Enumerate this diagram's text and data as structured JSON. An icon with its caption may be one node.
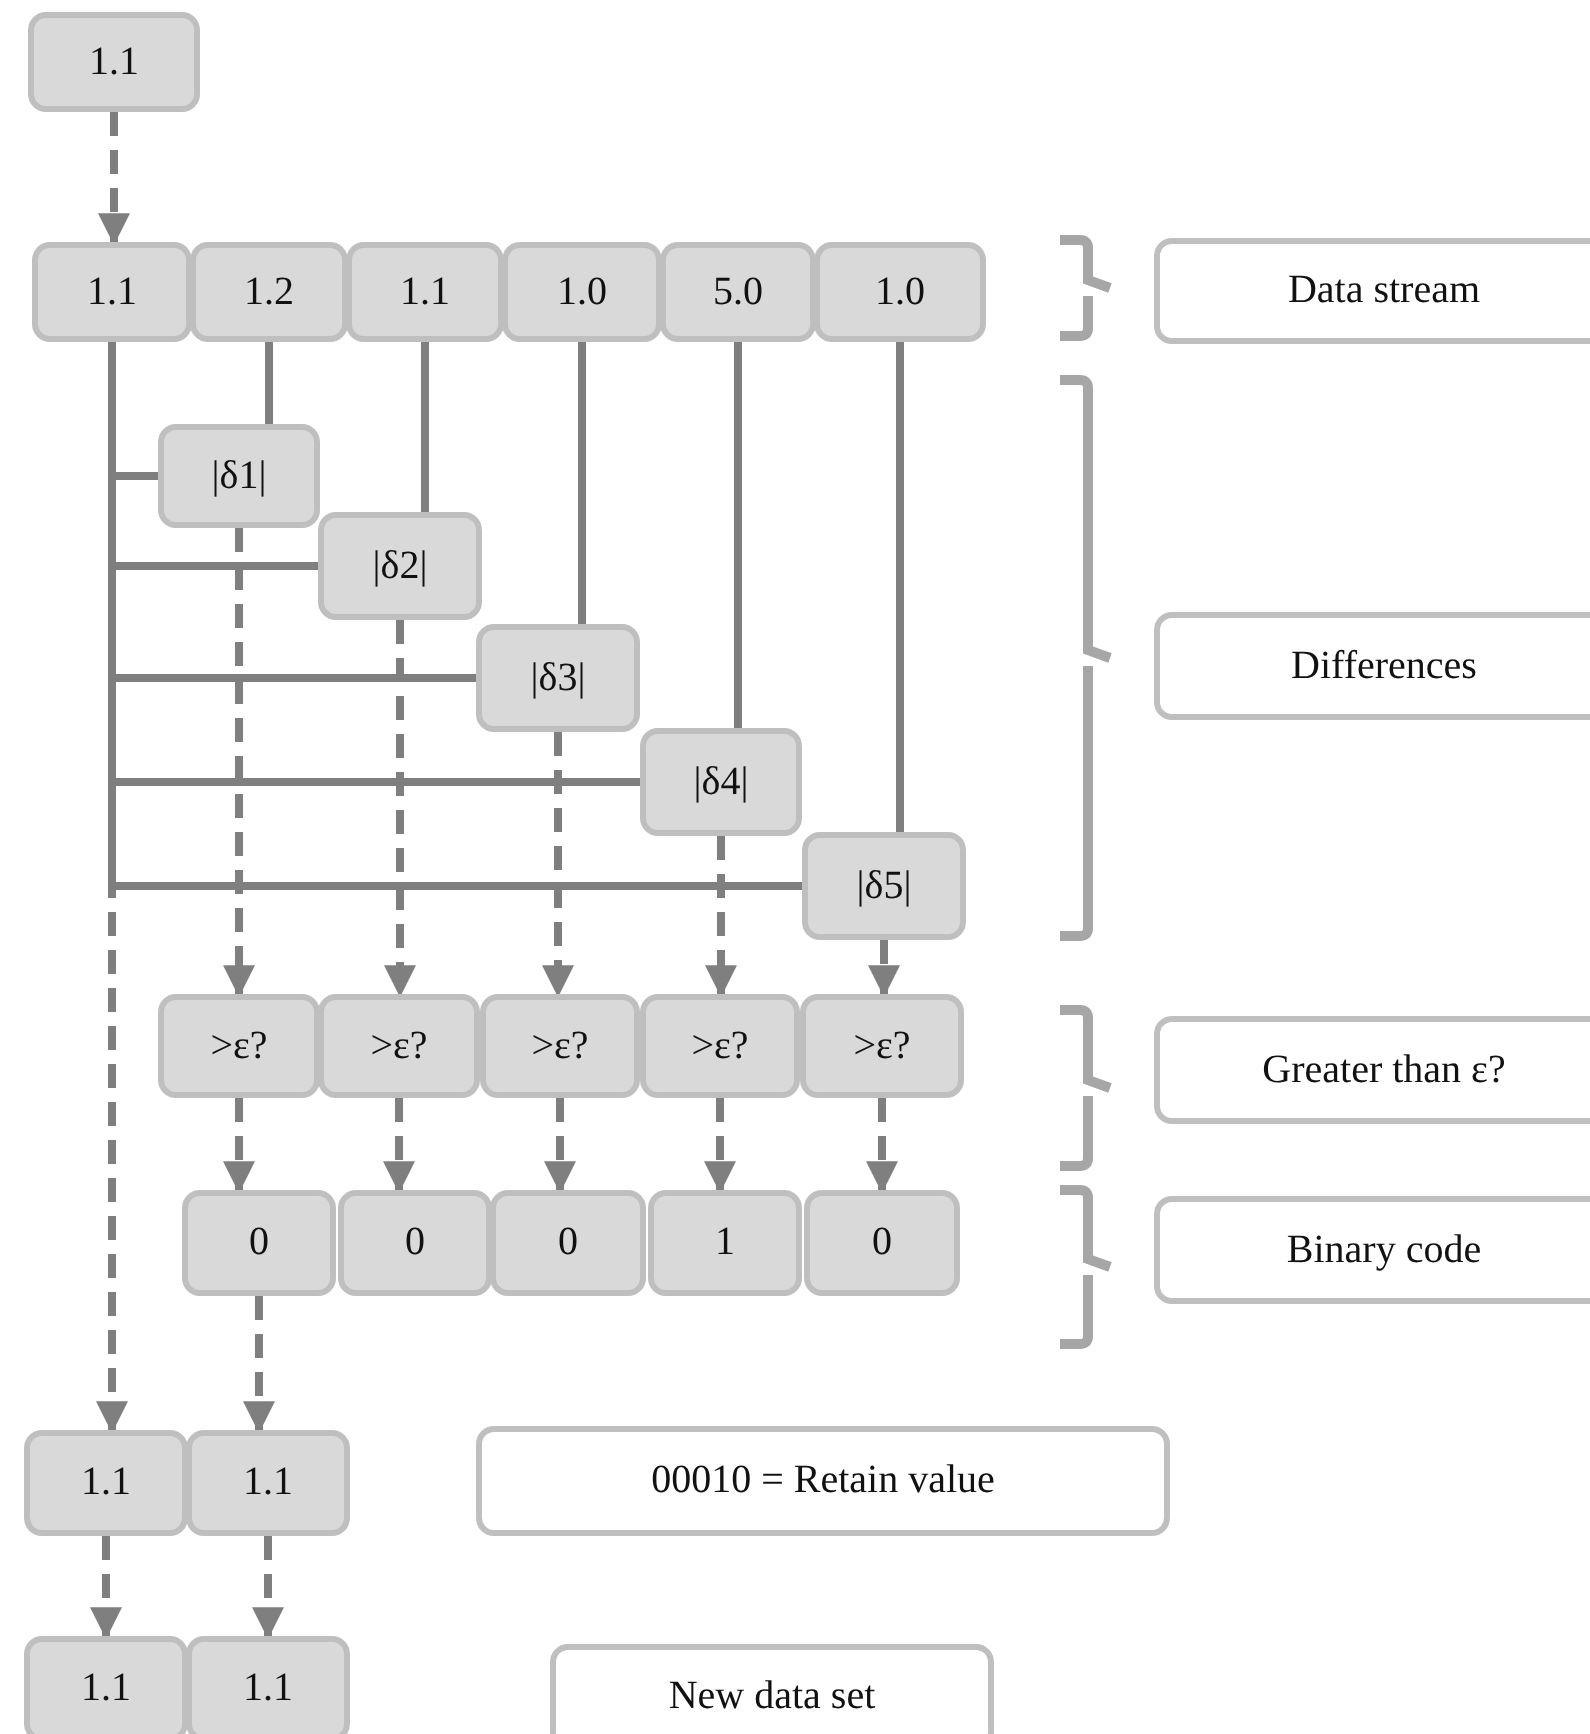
{
  "diagram": {
    "nodes": [
      {
        "text": [
          "1.1"
        ]
      },
      {
        "text": [
          "1.1"
        ]
      },
      {
        "text": [
          "1.2"
        ]
      },
      {
        "text": [
          "1.1"
        ]
      },
      {
        "text": [
          "1.0"
        ]
      },
      {
        "text": [
          "5.0"
        ]
      },
      {
        "text": [
          "1.0"
        ]
      },
      {
        "text": [
          "Data stream"
        ]
      },
      {
        "text": [
          "|δ1|"
        ]
      },
      {
        "text": [
          "|δ2|"
        ]
      },
      {
        "text": [
          "|δ3|"
        ]
      },
      {
        "text": [
          "|δ4|"
        ]
      },
      {
        "text": [
          "|δ5|"
        ]
      },
      {
        "text": [
          "Differences"
        ]
      },
      {
        "text": [
          ">ε?"
        ]
      },
      {
        "text": [
          ">ε?"
        ]
      },
      {
        "text": [
          ">ε?"
        ]
      },
      {
        "text": [
          ">ε?"
        ]
      },
      {
        "text": [
          ">ε?"
        ]
      },
      {
        "text": [
          "Greater than ε?"
        ]
      },
      {
        "text": [
          "0"
        ]
      },
      {
        "text": [
          "0"
        ]
      },
      {
        "text": [
          "0"
        ]
      },
      {
        "text": [
          "1"
        ]
      },
      {
        "text": [
          "0"
        ]
      },
      {
        "text": [
          "Binary code"
        ]
      },
      {
        "text": [
          "1.1"
        ]
      },
      {
        "text": [
          "1.1"
        ]
      },
      {
        "text": [
          "00010 = Retain value"
        ]
      },
      {
        "text": [
          "1.1"
        ]
      },
      {
        "text": [
          "1.1"
        ]
      },
      {
        "text": [
          "New data set"
        ]
      }
    ],
    "edges": [
      {
        "from": 0,
        "to": 1,
        "arrow": "to",
        "style": "dashed"
      },
      {
        "from": 1,
        "to": 8,
        "arrow": "none"
      },
      {
        "from": 1,
        "to": 9,
        "arrow": "none"
      },
      {
        "from": 1,
        "to": 10,
        "arrow": "none"
      },
      {
        "from": 1,
        "to": 11,
        "arrow": "none"
      },
      {
        "from": 1,
        "to": 12,
        "arrow": "none"
      },
      {
        "from": 2,
        "to": 8,
        "arrow": "none"
      },
      {
        "from": 3,
        "to": 9,
        "arrow": "none"
      },
      {
        "from": 4,
        "to": 10,
        "arrow": "none"
      },
      {
        "from": 5,
        "to": 11,
        "arrow": "none"
      },
      {
        "from": 6,
        "to": 12,
        "arrow": "none"
      },
      {
        "from": 8,
        "to": 14,
        "arrow": "to",
        "style": "dashed"
      },
      {
        "from": 9,
        "to": 15,
        "arrow": "to",
        "style": "dashed"
      },
      {
        "from": 10,
        "to": 16,
        "arrow": "to",
        "style": "dashed"
      },
      {
        "from": 11,
        "to": 17,
        "arrow": "to",
        "style": "dashed"
      },
      {
        "from": 12,
        "to": 18,
        "arrow": "to",
        "style": "dashed"
      },
      {
        "from": 14,
        "to": 20,
        "arrow": "to",
        "style": "dashed"
      },
      {
        "from": 15,
        "to": 21,
        "arrow": "to",
        "style": "dashed"
      },
      {
        "from": 16,
        "to": 22,
        "arrow": "to",
        "style": "dashed"
      },
      {
        "from": 17,
        "to": 23,
        "arrow": "to",
        "style": "dashed"
      },
      {
        "from": 18,
        "to": 24,
        "arrow": "to",
        "style": "dashed"
      },
      {
        "from": 1,
        "to": 26,
        "arrow": "to",
        "style": "dashed"
      },
      {
        "from": 20,
        "to": 27,
        "arrow": "to",
        "style": "dashed"
      },
      {
        "from": 26,
        "to": 29,
        "arrow": "to",
        "style": "dashed"
      },
      {
        "from": 27,
        "to": 30,
        "arrow": "to",
        "style": "dashed"
      }
    ]
  }
}
